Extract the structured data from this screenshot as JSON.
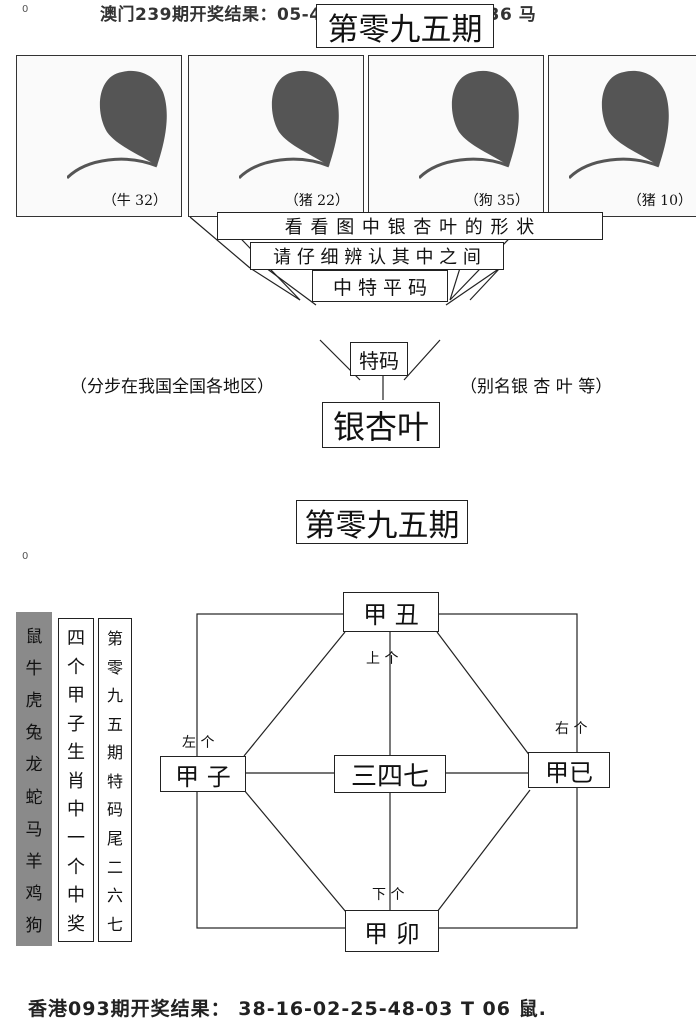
{
  "header_line": "澳门239期开奖结果：05-48-33-08-37-20 T 36 马",
  "corner_marks": [
    "0",
    "0"
  ],
  "top_title": "第零九五期",
  "panels": [
    "（牛 32）",
    "（猪 22）",
    "（狗 35）",
    "（猪 10）"
  ],
  "row1": "看 看 图 中 银 杏 叶 的 形 状",
  "row2": "请 仔 细 辨 认 其 中 之 间",
  "row3": "中 特 平 码",
  "tema": "特码",
  "left_note": "（分步在我国全国各地区）",
  "right_note": "（别名银 杏 叶 等）",
  "yinxingye": "银杏叶",
  "mid_title": "第零九五期",
  "zodiac_col": [
    "鼠",
    "牛",
    "虎",
    "兔",
    "龙",
    "蛇",
    "马",
    "羊",
    "鸡",
    "狗"
  ],
  "col2": [
    "四",
    "个",
    "甲",
    "子",
    "生",
    "肖",
    "中",
    "一",
    "个",
    "中",
    "奖"
  ],
  "col3": [
    "第",
    "零",
    "九",
    "五",
    "期",
    "特",
    "码",
    "尾",
    "二",
    "六",
    "七"
  ],
  "diagram": {
    "top": "甲 丑",
    "left": "甲 子",
    "right": "甲已",
    "center": "三四七",
    "bottom": "甲 卯",
    "up_label": "上 个",
    "down_label": "下 个",
    "left_label": "左 个",
    "right_label": "右 个"
  },
  "footer_line": "香港093期开奖结果： 38-16-02-25-48-03 T 06 鼠."
}
